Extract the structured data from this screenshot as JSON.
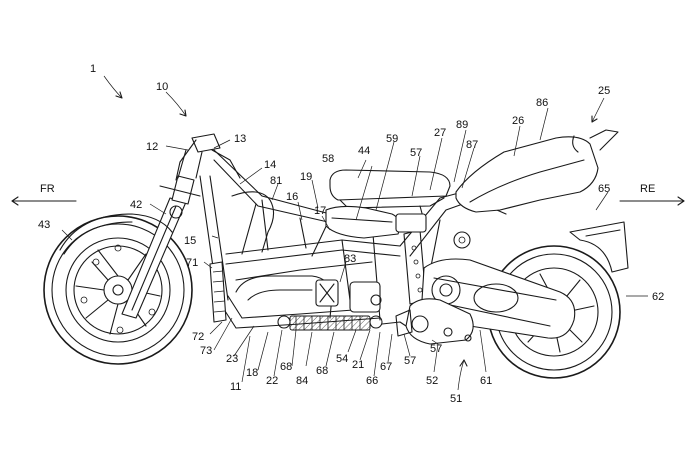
{
  "direction_labels": {
    "front": "FR",
    "rear": "RE"
  },
  "icons": {
    "front_arrow": "arrow-left-icon",
    "rear_arrow": "arrow-right-icon"
  },
  "reference_numerals": [
    {
      "id": "n1",
      "text": "1"
    },
    {
      "id": "n10",
      "text": "10"
    },
    {
      "id": "n12",
      "text": "12"
    },
    {
      "id": "n13",
      "text": "13"
    },
    {
      "id": "n14",
      "text": "14"
    },
    {
      "id": "n15",
      "text": "15"
    },
    {
      "id": "n16",
      "text": "16"
    },
    {
      "id": "n17",
      "text": "17"
    },
    {
      "id": "n18",
      "text": "18"
    },
    {
      "id": "n19",
      "text": "19"
    },
    {
      "id": "n11",
      "text": "11"
    },
    {
      "id": "n21",
      "text": "21"
    },
    {
      "id": "n22",
      "text": "22"
    },
    {
      "id": "n23",
      "text": "23"
    },
    {
      "id": "n25",
      "text": "25"
    },
    {
      "id": "n26",
      "text": "26"
    },
    {
      "id": "n27",
      "text": "27"
    },
    {
      "id": "n42",
      "text": "42"
    },
    {
      "id": "n43",
      "text": "43"
    },
    {
      "id": "n44",
      "text": "44"
    },
    {
      "id": "n51",
      "text": "51"
    },
    {
      "id": "n52",
      "text": "52"
    },
    {
      "id": "n54",
      "text": "54"
    },
    {
      "id": "n57a",
      "text": "57"
    },
    {
      "id": "n57b",
      "text": "57"
    },
    {
      "id": "n57c",
      "text": "57"
    },
    {
      "id": "n58",
      "text": "58"
    },
    {
      "id": "n59",
      "text": "59"
    },
    {
      "id": "n61",
      "text": "61"
    },
    {
      "id": "n62",
      "text": "62"
    },
    {
      "id": "n65",
      "text": "65"
    },
    {
      "id": "n66",
      "text": "66"
    },
    {
      "id": "n67",
      "text": "67"
    },
    {
      "id": "n68a",
      "text": "68"
    },
    {
      "id": "n68b",
      "text": "68"
    },
    {
      "id": "n71",
      "text": "71"
    },
    {
      "id": "n72",
      "text": "72"
    },
    {
      "id": "n73",
      "text": "73"
    },
    {
      "id": "n81",
      "text": "81"
    },
    {
      "id": "n83",
      "text": "83"
    },
    {
      "id": "n84",
      "text": "84"
    },
    {
      "id": "n86",
      "text": "86"
    },
    {
      "id": "n87",
      "text": "87"
    },
    {
      "id": "n89",
      "text": "89"
    }
  ]
}
